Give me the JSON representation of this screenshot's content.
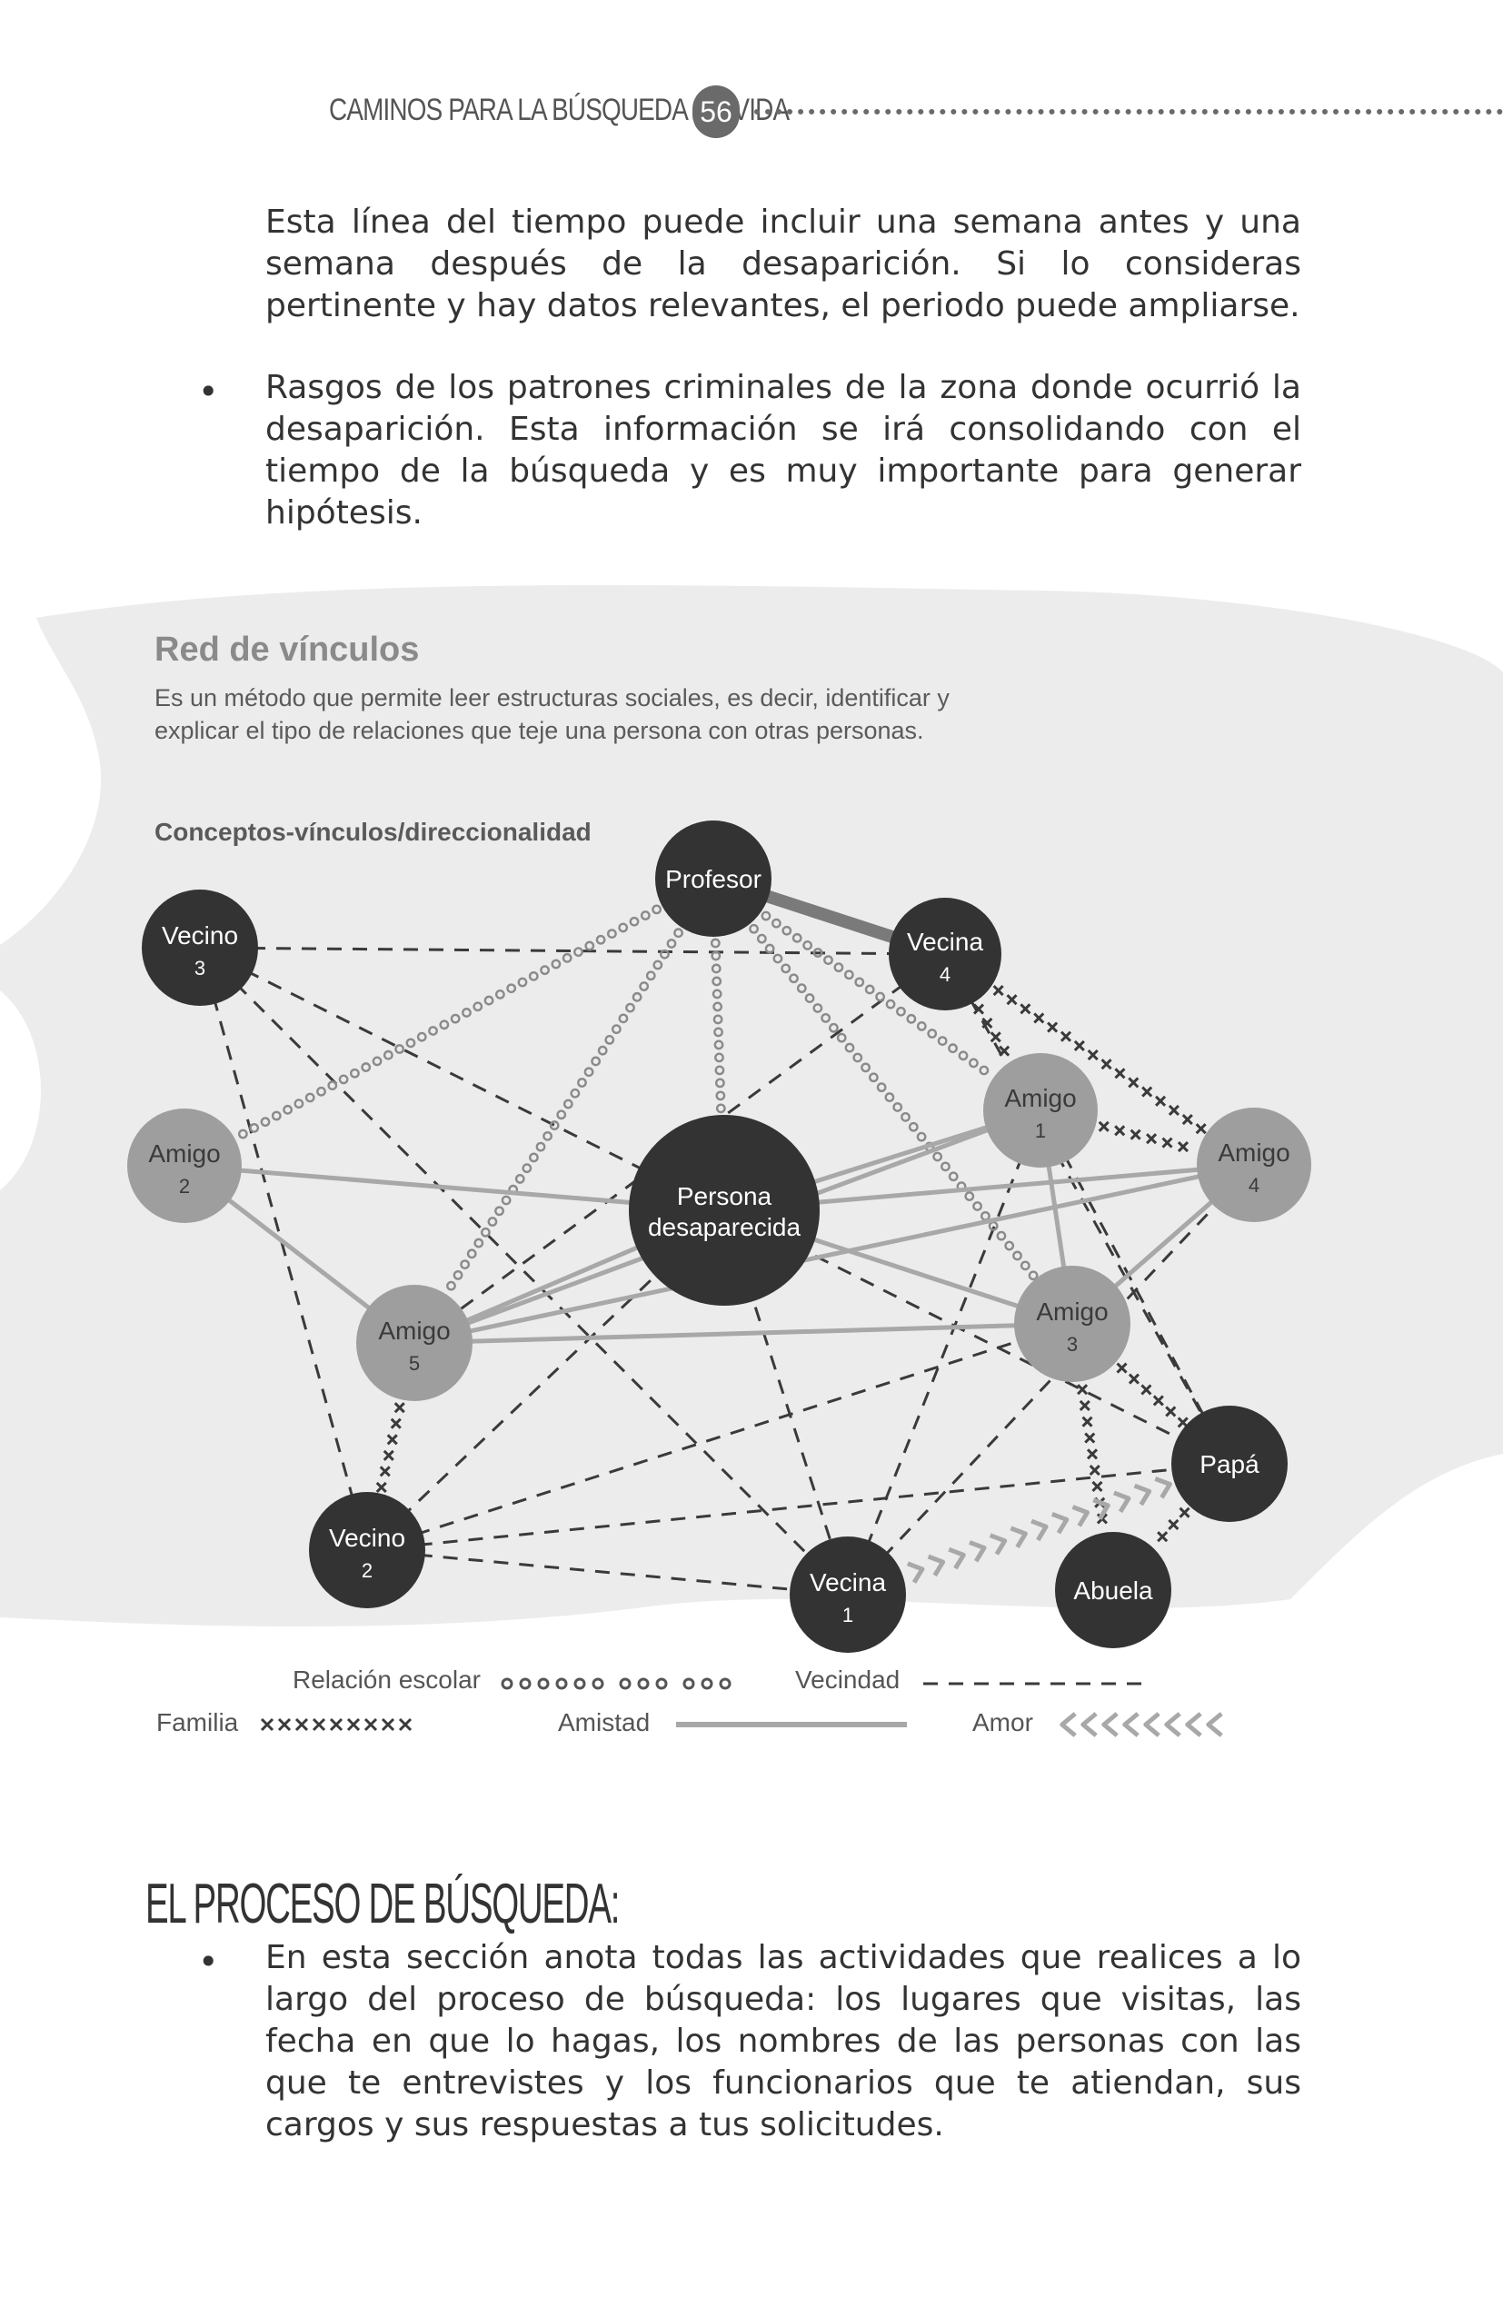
{
  "header": {
    "title": "Caminos para la búsqueda en vida",
    "page_number": "56"
  },
  "intro_paragraph": "Esta línea del tiempo puede incluir una semana antes y una semana después de la desaparición. Si lo consideras pertinente y hay datos relevantes, el periodo puede ampliarse.",
  "bullet_char": "•",
  "bullet_1": "Rasgos de los patrones criminales de la zona donde ocurrió la desaparición. Esta información se irá consolidando con el tiempo de la búsqueda y es muy importante para generar hipótesis.",
  "infographic": {
    "title": "Red de vínculos",
    "description": "Es un método que permite leer estructuras sociales, es decir, identificar y explicar el tipo de relaciones que teje una persona con otras personas.",
    "subtitle": "Conceptos-vínculos/direccionalidad",
    "nodes": [
      {
        "id": "profesor",
        "line1": "Profesor",
        "line2": "",
        "shade": "dark"
      },
      {
        "id": "vecino3",
        "line1": "Vecino",
        "line2": "3",
        "shade": "dark"
      },
      {
        "id": "vecina4",
        "line1": "Vecina",
        "line2": "4",
        "shade": "dark"
      },
      {
        "id": "amigo1",
        "line1": "Amigo",
        "line2": "1",
        "shade": "light"
      },
      {
        "id": "amigo2",
        "line1": "Amigo",
        "line2": "2",
        "shade": "light"
      },
      {
        "id": "amigo4",
        "line1": "Amigo",
        "line2": "4",
        "shade": "light"
      },
      {
        "id": "persona",
        "line1": "Persona",
        "line2": "desaparecida",
        "shade": "dark"
      },
      {
        "id": "amigo5",
        "line1": "Amigo",
        "line2": "5",
        "shade": "light"
      },
      {
        "id": "amigo3",
        "line1": "Amigo",
        "line2": "3",
        "shade": "light"
      },
      {
        "id": "papa",
        "line1": "Papá",
        "line2": "",
        "shade": "dark"
      },
      {
        "id": "vecino2",
        "line1": "Vecino",
        "line2": "2",
        "shade": "dark"
      },
      {
        "id": "vecina1",
        "line1": "Vecina",
        "line2": "1",
        "shade": "dark"
      },
      {
        "id": "abuela",
        "line1": "Abuela",
        "line2": "",
        "shade": "dark"
      }
    ],
    "edges": [
      {
        "from": "vecino3",
        "to": "vecina4",
        "type": "vecindad"
      },
      {
        "from": "vecino3",
        "to": "persona",
        "type": "vecindad"
      },
      {
        "from": "vecino3",
        "to": "vecino2",
        "type": "vecindad"
      },
      {
        "from": "vecino3",
        "to": "vecina1",
        "type": "vecindad"
      },
      {
        "from": "vecina4",
        "to": "amigo5",
        "type": "vecindad"
      },
      {
        "from": "vecina4",
        "to": "papa",
        "type": "vecindad"
      },
      {
        "from": "persona",
        "to": "vecino2",
        "type": "vecindad"
      },
      {
        "from": "persona",
        "to": "vecina1",
        "type": "vecindad"
      },
      {
        "from": "persona",
        "to": "papa",
        "type": "vecindad"
      },
      {
        "from": "vecino2",
        "to": "vecina1",
        "type": "vecindad"
      },
      {
        "from": "vecino2",
        "to": "papa",
        "type": "vecindad"
      },
      {
        "from": "vecino2",
        "to": "amigo3",
        "type": "vecindad"
      },
      {
        "from": "vecina1",
        "to": "amigo1",
        "type": "vecindad"
      },
      {
        "from": "vecina1",
        "to": "amigo4",
        "type": "vecindad"
      },
      {
        "from": "amigo1",
        "to": "papa",
        "type": "vecindad"
      },
      {
        "from": "profesor",
        "to": "amigo2",
        "type": "escolar"
      },
      {
        "from": "profesor",
        "to": "amigo5",
        "type": "escolar"
      },
      {
        "from": "profesor",
        "to": "persona",
        "type": "escolar"
      },
      {
        "from": "profesor",
        "to": "amigo1",
        "type": "escolar"
      },
      {
        "from": "profesor",
        "to": "amigo3",
        "type": "escolar"
      },
      {
        "from": "profesor",
        "to": "vecina4",
        "type": "escolar"
      },
      {
        "from": "profesor",
        "to": "vecina4",
        "type": "amor_bold"
      },
      {
        "from": "amigo2",
        "to": "persona",
        "type": "amistad"
      },
      {
        "from": "amigo2",
        "to": "amigo5",
        "type": "amistad"
      },
      {
        "from": "amigo5",
        "to": "persona",
        "type": "amistad"
      },
      {
        "from": "amigo5",
        "to": "amigo1",
        "type": "amistad"
      },
      {
        "from": "amigo5",
        "to": "amigo3",
        "type": "amistad"
      },
      {
        "from": "amigo5",
        "to": "amigo4",
        "type": "amistad"
      },
      {
        "from": "persona",
        "to": "amigo1",
        "type": "amistad"
      },
      {
        "from": "persona",
        "to": "amigo4",
        "type": "amistad"
      },
      {
        "from": "persona",
        "to": "amigo3",
        "type": "amistad"
      },
      {
        "from": "amigo1",
        "to": "amigo3",
        "type": "amistad"
      },
      {
        "from": "amigo3",
        "to": "amigo4",
        "type": "amistad"
      },
      {
        "from": "vecina4",
        "to": "amigo4",
        "type": "familia"
      },
      {
        "from": "vecina4",
        "to": "amigo1",
        "type": "familia"
      },
      {
        "from": "amigo1",
        "to": "amigo4",
        "type": "familia"
      },
      {
        "from": "amigo3",
        "to": "papa",
        "type": "familia"
      },
      {
        "from": "amigo3",
        "to": "abuela",
        "type": "familia"
      },
      {
        "from": "amigo5",
        "to": "vecino2",
        "type": "familia"
      },
      {
        "from": "papa",
        "to": "abuela",
        "type": "familia"
      },
      {
        "from": "papa",
        "to": "vecina1",
        "type": "amor"
      }
    ],
    "legend": {
      "escolar": "Relación escolar",
      "vecindad": "Vecindad",
      "familia": "Familia",
      "amistad": "Amistad",
      "amor": "Amor"
    },
    "colors": {
      "dark_node": "#333333",
      "light_node": "#9e9e9e",
      "line_dark": "#3a3a3a",
      "line_light": "#a8a8a8",
      "background_blob": "#ececec"
    }
  },
  "section": {
    "title": "El proceso de búsqueda:",
    "bullet_text": "En esta sección anota todas las actividades que realices a lo largo del proceso de búsqueda: los lugares que visitas, las fecha en que lo hagas, los nombres de las personas con las que te entrevistes y los funcionarios que te atiendan, sus cargos y sus respuestas a tus solicitudes."
  }
}
